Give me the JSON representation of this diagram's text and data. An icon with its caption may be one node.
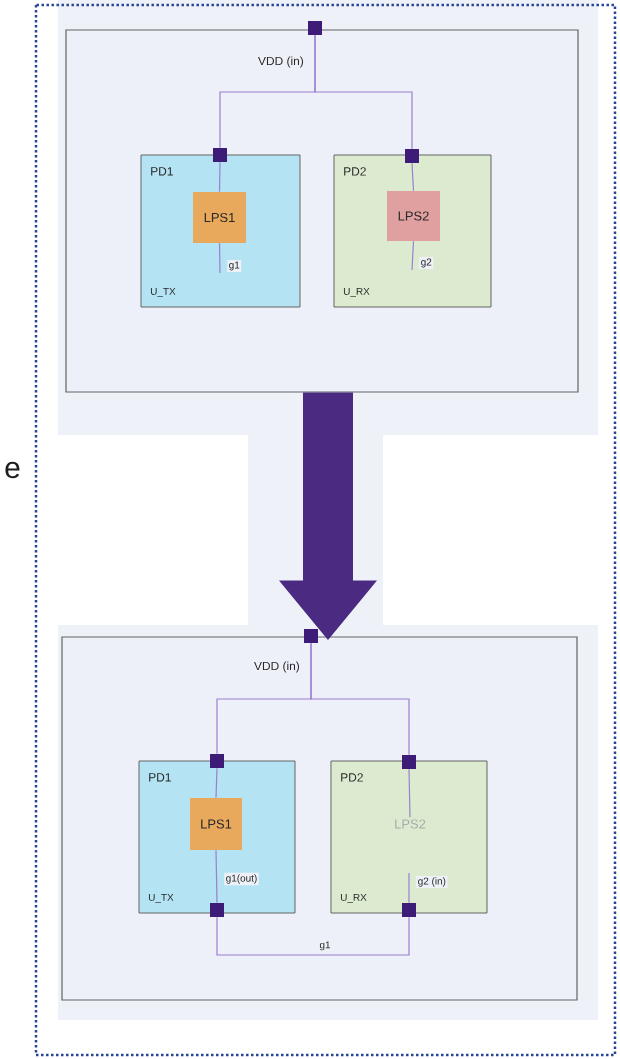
{
  "diagram": {
    "nodes": [
      {
        "text": [],
        "shape": "box"
      },
      {
        "text": [],
        "shape": "box",
        "beside": [
          "VDD (in)"
        ],
        "in": 0
      },
      {
        "text": [
          "PD1",
          "U_TX"
        ],
        "in": 0
      },
      {
        "text": [],
        "shape": "box",
        "in": 0
      },
      {
        "text": [
          "LPS1"
        ],
        "in": 2
      },
      {
        "text": [
          "PD2",
          "U_RX"
        ],
        "in": 0
      },
      {
        "text": [],
        "shape": "box",
        "in": 0
      },
      {
        "text": [
          "LPS2"
        ],
        "in": 5
      },
      {
        "text": [],
        "shape": "box"
      },
      {
        "text": [],
        "shape": "box",
        "beside": [
          "VDD (in)"
        ],
        "in": 8
      },
      {
        "text": [
          "PD1",
          "U_TX"
        ],
        "in": 8
      },
      {
        "text": [],
        "shape": "box",
        "in": 8
      },
      {
        "text": [
          "LPS1"
        ],
        "in": 10
      },
      {
        "text": [],
        "shape": "box",
        "in": 8
      },
      {
        "text": [
          "PD2",
          "U_RX"
        ],
        "in": 8
      },
      {
        "text": [],
        "shape": "box",
        "in": 8
      },
      {
        "text": [
          "LPS2"
        ],
        "in": 14
      },
      {
        "text": [],
        "shape": "box",
        "in": 8
      }
    ],
    "edges": [
      {
        "from": 1,
        "to": 3,
        "arrow": "none"
      },
      {
        "from": 1,
        "to": 6,
        "arrow": "none"
      },
      {
        "from": 3,
        "to": 4,
        "arrow": "none"
      },
      {
        "from": 6,
        "to": 7,
        "arrow": "none"
      },
      {
        "from": 4,
        "to": null,
        "arrow": "none",
        "label": "g1"
      },
      {
        "from": 7,
        "to": null,
        "arrow": "none",
        "label": "g2"
      },
      {
        "from": 0,
        "to": 8,
        "arrow": "to",
        "style": "thick",
        "color": "#4b2a82"
      },
      {
        "from": 9,
        "to": 11,
        "arrow": "none"
      },
      {
        "from": 9,
        "to": 15,
        "arrow": "none"
      },
      {
        "from": 11,
        "to": 12,
        "arrow": "none"
      },
      {
        "from": 12,
        "to": 13,
        "arrow": "none",
        "label": "g1(out)"
      },
      {
        "from": 15,
        "to": 16,
        "arrow": "none"
      },
      {
        "from": null,
        "to": 17,
        "arrow": "none",
        "label": "g2 (in)"
      },
      {
        "from": 13,
        "to": 17,
        "arrow": "none",
        "label": "g1"
      }
    ],
    "labels": [
      "e"
    ]
  }
}
